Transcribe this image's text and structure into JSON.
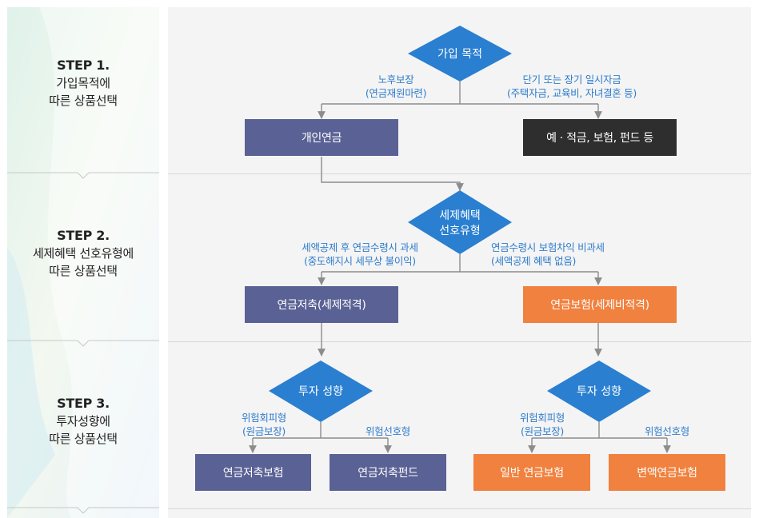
{
  "steps": [
    {
      "title": "STEP 1.",
      "line1": "가입목적에",
      "line2": "따른 상품선택"
    },
    {
      "title": "STEP 2.",
      "line1": "세제혜택 선호유형에",
      "line2": "따른 상품선택"
    },
    {
      "title": "STEP 3.",
      "line1": "투자성향에",
      "line2": "따른 상품선택"
    }
  ],
  "decisions": {
    "purpose": "가입 목적",
    "tax_line1": "세제혜택",
    "tax_line2": "선호유형",
    "invest_left": "투자 성향",
    "invest_right": "투자 성향"
  },
  "labels": {
    "retirement_l1": "노후보장",
    "retirement_l2": "(연금재원마련)",
    "lump_l1": "단기 또는 장기 일시자금",
    "lump_l2": "(주택자금, 교육비, 자녀결혼 등)",
    "deduct_l1": "세액공제 후 연금수령시 과세",
    "deduct_l2": "(중도해지시 세무상 불이익)",
    "nontax_l1": "연금수령시 보험차익 비과세",
    "nontax_l2": "(세액공제 혜택 없음)",
    "riskavoid_left_l1": "위험회피형",
    "riskavoid_left_l2": "(원금보장)",
    "riskprefer_left": "위험선호형",
    "riskavoid_right_l1": "위험회피형",
    "riskavoid_right_l2": "(원금보장)",
    "riskprefer_right": "위험선호형"
  },
  "products": {
    "personal_pension": "개인연금",
    "savings_etc": "예 · 적금, 보험, 펀드 등",
    "pension_savings": "연금저축(세제적격)",
    "pension_insurance": "연금보험(세제비적격)",
    "savings_insurance": "연금저축보험",
    "savings_fund": "연금저축펀드",
    "general_pension_insurance": "일반 연금보험",
    "variable_pension_insurance": "변액연금보험"
  },
  "colors": {
    "navy": "#5a6194",
    "black": "#2e2e2e",
    "orange": "#f0813e",
    "diamond": "#2a7fd0",
    "label_blue": "#2f7ccc",
    "connector": "#8c8c8c"
  }
}
